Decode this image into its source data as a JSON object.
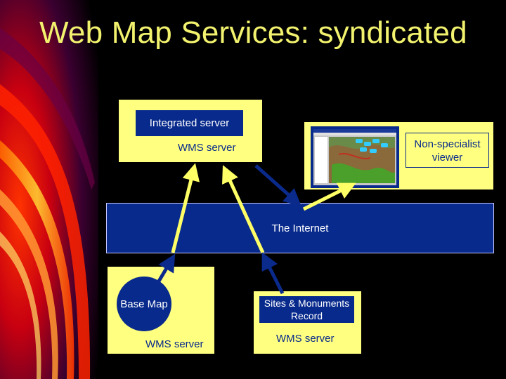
{
  "slide": {
    "title": "Web Map Services: syndicated"
  },
  "nodes": {
    "integrated_server": {
      "name": "Integrated server",
      "role": "WMS server"
    },
    "viewer": {
      "name": "Non-specialist viewer"
    },
    "internet": {
      "name": "The Internet"
    },
    "base_map": {
      "name": "Base Map",
      "role": "WMS server"
    },
    "smr": {
      "name": "Sites & Monuments Record",
      "role": "WMS server"
    }
  },
  "colors": {
    "background": "#000000",
    "title": "#f2f26e",
    "box_fill": "#ffff80",
    "node_blue": "#082a8c",
    "arrow_yellow": "#ffff66",
    "arrow_blue": "#0a2a8c"
  }
}
